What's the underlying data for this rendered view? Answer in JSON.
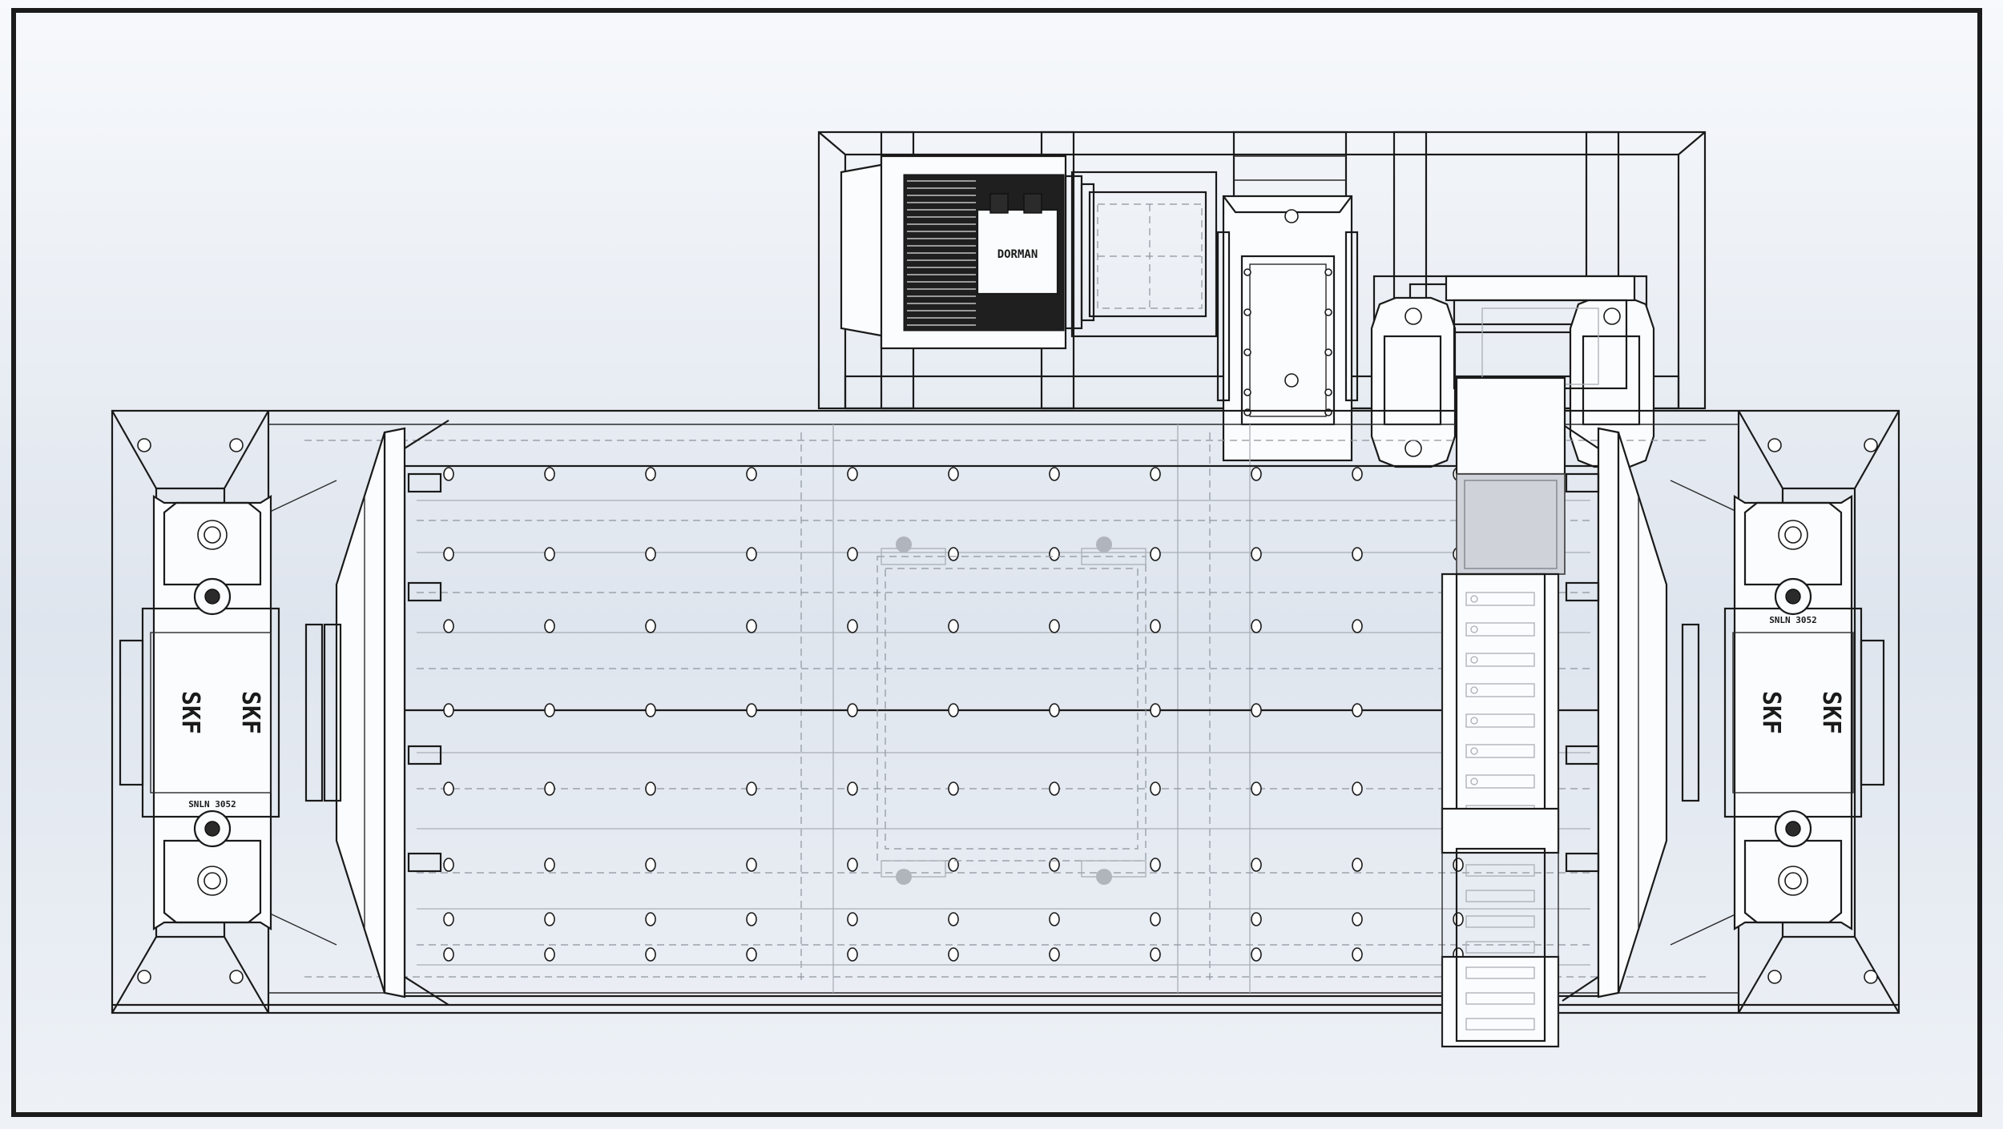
{
  "bearing_marking": {
    "brand": "SKF",
    "code_left": "SNLN 3052",
    "code_right": "SNLN 3052"
  },
  "motor_marking": {
    "brand": "DORMAN"
  },
  "colors": {
    "line": "#1a1a1a",
    "hidden": "#8e949c",
    "background_top": "#f7f9fc",
    "background_mid": "#dfe5ee"
  }
}
